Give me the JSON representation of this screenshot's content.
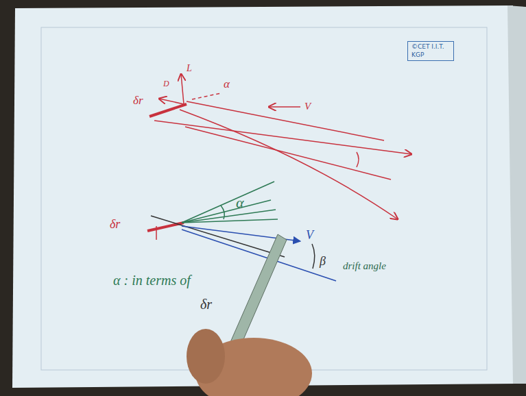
{
  "diagram": {
    "nodes": [
      {
        "text": [
          "©CET I.I.T. KGP"
        ]
      }
    ],
    "labels": [
      "δr",
      "L",
      "D",
      "α",
      "V",
      "δr",
      "α",
      "V⃗",
      "β",
      "drift angle",
      "α : in terms of",
      "δr"
    ]
  }
}
